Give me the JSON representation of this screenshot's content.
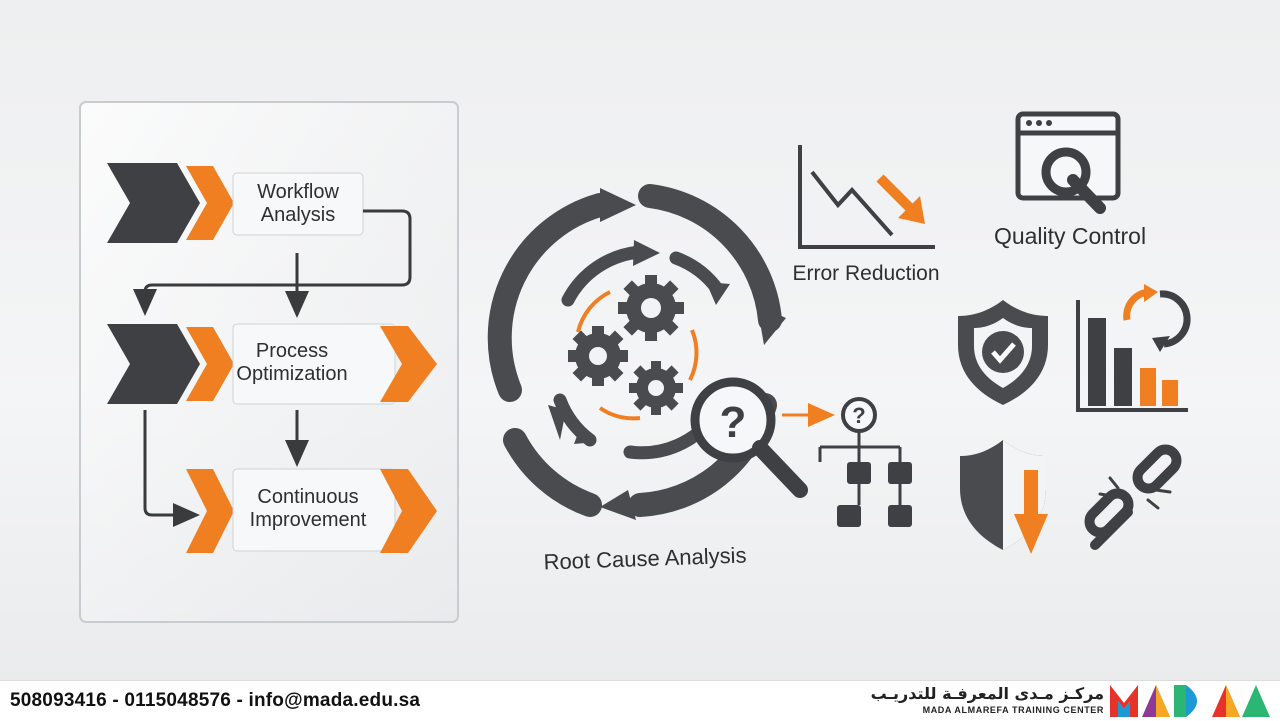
{
  "diagram": {
    "steps": [
      {
        "label": "Workflow\nAnalysis"
      },
      {
        "label": "Process\nOptimization"
      },
      {
        "label": "Continuous\nImprovement"
      }
    ],
    "center_label": "Root Cause Analysis",
    "error_label": "Error Reduction",
    "quality_label": "Quality Control"
  },
  "icons": {
    "gears": "gears-icon",
    "magnifier": "magnifier-question-icon",
    "error_chart": "declining-chart-icon",
    "quality": "quality-window-icon",
    "shield_check": "shield-check-icon",
    "bar_cycle": "bar-chart-cycle-icon",
    "shield_down": "shield-down-arrow-icon",
    "broken_chain": "broken-chain-icon",
    "tree": "question-tree-icon"
  },
  "footer": {
    "contact": "508093416 - 0115048576 - info@mada.edu.sa",
    "brand_ar": "مركـز مـدى المعرفـة للتدريـب",
    "brand_en": "MADA ALMAREFA TRAINING CENTER",
    "logo_text": "MADA"
  },
  "colors": {
    "accent": "#f07f22",
    "dark": "#454649",
    "text": "#2e2f31"
  }
}
